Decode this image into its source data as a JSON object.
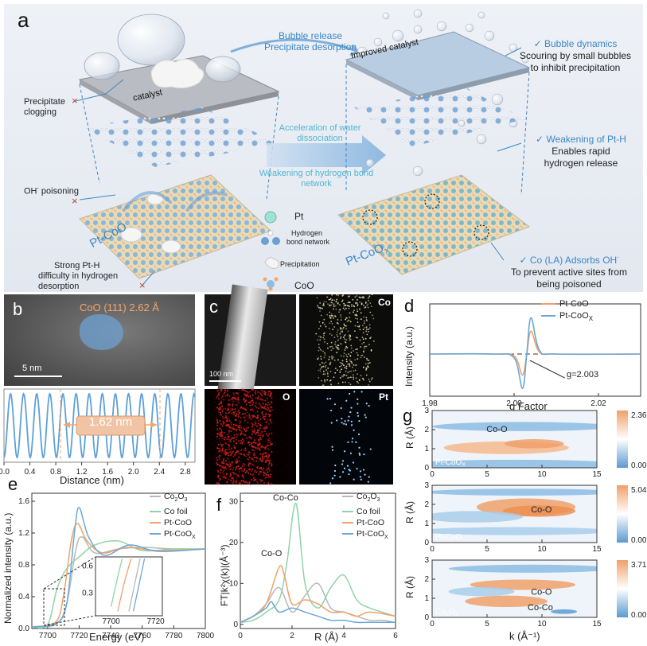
{
  "panel_a": {
    "letter": "a",
    "bubble_release": "Bubble release",
    "precipitate_desorption": "Precipitate desorption",
    "improved_catalyst": "Improved catalyst",
    "catalyst": "catalyst",
    "precipitate_clogging_1": "Precipitate",
    "precipitate_clogging_2": "clogging",
    "oh_poisoning": "OH",
    "oh_poisoning_sup": "-",
    "oh_poisoning_rest": " poisoning",
    "strong_pth_1": "Strong Pt-H",
    "strong_pth_2": "difficulty in hydrogen",
    "strong_pth_3": "desorption",
    "accel_1": "Acceleration of water",
    "accel_2": "dissociation",
    "weaken_hb_1": "Weakening of hydrogen bond",
    "weaken_hb_2": "network",
    "pt_coo_left": "Pt-CoO",
    "pt_coox_right": "Pt-CoO",
    "pt_coox_right_sub": "X",
    "legend_pt": "Pt",
    "legend_hb_1": "Hydrogen",
    "legend_hb_2": "bond network",
    "legend_precip": "Precipitation",
    "legend_coo": "CoO",
    "bubble_dyn_title": "Bubble dynamics",
    "bubble_dyn_1": "Scouring by small bubbles",
    "bubble_dyn_2": "to inhibit precipitation",
    "weaken_pth_title": "Weakening of Pt-H",
    "weaken_pth_1": "Enables rapid",
    "weaken_pth_2": "hydrogen release",
    "co_la_title": "Co  (LA) Adsorbs OH",
    "co_la_sup": "-",
    "co_la_1": "To prevent active sites from",
    "co_la_2": "being poisoned",
    "check": "✓",
    "cross": "×"
  },
  "panel_b": {
    "letter": "b",
    "lattice_label": "CoO (111) 2.62 Å",
    "scale_bar": "5 nm",
    "spacing_label": "1.62 nm",
    "xlabel": "Distance (nm)",
    "xticks": [
      "0.0",
      "0.4",
      "0.8",
      "1.2",
      "1.6",
      "2.0",
      "2.4",
      "2.8"
    ]
  },
  "panel_c": {
    "letter": "c",
    "scale_bar": "100 nm",
    "maps": [
      "Co",
      "O",
      "Pt"
    ]
  },
  "panel_d": {
    "letter": "d",
    "legend": [
      "Pt-CoO",
      "Pt-CoO"
    ],
    "legend_sub": "X",
    "annotation": "g=2.003",
    "xlabel": "g Factor",
    "ylabel": "Intensity (a.u.)",
    "xticks": [
      "1.98",
      "2.00",
      "2.02"
    ]
  },
  "panel_e": {
    "letter": "e",
    "xlabel": "Energy (eV)",
    "ylabel": "Normalized intensity (a.u.)",
    "xticks": [
      "7700",
      "7720",
      "7740",
      "7760",
      "7780",
      "7800"
    ],
    "yticks": [
      "0.0",
      "0.4",
      "0.8",
      "1.2",
      "1.6"
    ],
    "inset_xticks": [
      "7700",
      "7720"
    ],
    "inset_yticks": [
      "0.3",
      "0.6"
    ],
    "legend": [
      "Co",
      "Co foil",
      "Pt-CoO",
      "Pt-CoO"
    ],
    "legend_sub_1": "2",
    "legend_sub_2": "3",
    "legend_sub_x": "X"
  },
  "panel_f": {
    "letter": "f",
    "xlabel": "R (Å)",
    "ylabel": "FT|k²χ(k)|(Å⁻³)",
    "xticks": [
      "0",
      "2",
      "4",
      "6"
    ],
    "yticks": [
      "0",
      "10",
      "20",
      "30"
    ],
    "ann_coco": "Co-Co",
    "ann_coo": "Co-O",
    "legend": [
      "Co",
      "Co foil",
      "Pt-CoO",
      "Pt-CoO"
    ],
    "legend_sub_1": "2",
    "legend_sub_2": "3",
    "legend_sub_x": "X"
  },
  "panel_g": {
    "letter": "g",
    "xlabel": "k (Å⁻¹)",
    "ylabel": "R (Å)",
    "xticks": [
      "0",
      "5",
      "10",
      "15"
    ],
    "yticks": [
      "0",
      "1",
      "2",
      "3"
    ],
    "maps": [
      {
        "sample": "Pt-CoO",
        "sample_sub": "X",
        "max": "2.36",
        "min": "0.00",
        "labels": [
          "Co-O"
        ]
      },
      {
        "sample": "Pt-CoO",
        "sample_sub": "",
        "max": "5.04",
        "min": "0.00",
        "labels": [
          "Co-O"
        ]
      },
      {
        "sample": "Co",
        "sample_sub": "2",
        "sample_tail": "O",
        "sample_sub2": "3",
        "max": "3.71",
        "min": "0.00",
        "labels": [
          "Co-Co",
          "Co-O"
        ]
      }
    ]
  },
  "colors": {
    "orange": "#f0a06a",
    "blue": "#6aa8d8",
    "green": "#8fd4a8",
    "gray": "#b8b8b8",
    "accent_blue": "#3c86c4",
    "panel_a_bg": "#e8ecf3"
  },
  "chart_data": [
    {
      "type": "line",
      "panel": "d",
      "xlabel": "g Factor",
      "ylabel": "Intensity (a.u.)",
      "xlim": [
        1.98,
        2.03
      ],
      "series": [
        {
          "name": "Pt-CoO",
          "x": [
            1.98,
            1.995,
            2.0,
            2.002,
            2.003,
            2.004,
            2.006,
            2.01,
            2.03
          ],
          "y": [
            0,
            0,
            -0.05,
            -0.55,
            0,
            0.6,
            0.05,
            0,
            0
          ]
        },
        {
          "name": "Pt-CoOX",
          "x": [
            1.98,
            1.995,
            2.0,
            2.002,
            2.003,
            2.004,
            2.006,
            2.01,
            2.03
          ],
          "y": [
            0,
            0,
            -0.1,
            -0.9,
            0,
            0.95,
            0.1,
            0,
            0
          ]
        }
      ]
    },
    {
      "type": "line",
      "panel": "e",
      "xlabel": "Energy (eV)",
      "ylabel": "Normalized intensity (a.u.)",
      "xlim": [
        7690,
        7800
      ],
      "ylim": [
        0,
        1.7
      ],
      "series": [
        {
          "name": "Co2O3",
          "x": [
            7690,
            7705,
            7712,
            7718,
            7722,
            7730,
            7745,
            7760,
            7780,
            7800
          ],
          "y": [
            0.02,
            0.05,
            0.3,
            1.0,
            1.15,
            0.95,
            1.0,
            1.02,
            1.0,
            1.0
          ]
        },
        {
          "name": "Co foil",
          "x": [
            7690,
            7700,
            7706,
            7712,
            7720,
            7730,
            7745,
            7760,
            7780,
            7800
          ],
          "y": [
            0.02,
            0.05,
            0.5,
            0.75,
            0.9,
            1.05,
            1.1,
            0.98,
            1.0,
            1.0
          ]
        },
        {
          "name": "Pt-CoO",
          "x": [
            7690,
            7705,
            7710,
            7715,
            7719,
            7725,
            7735,
            7750,
            7770,
            7800
          ],
          "y": [
            0.02,
            0.08,
            0.4,
            1.1,
            1.32,
            1.1,
            0.95,
            1.02,
            0.98,
            1.0
          ]
        },
        {
          "name": "Pt-CoOX",
          "x": [
            7690,
            7705,
            7712,
            7717,
            7720,
            7726,
            7736,
            7752,
            7770,
            7800
          ],
          "y": [
            0.02,
            0.06,
            0.3,
            1.2,
            1.52,
            1.15,
            0.92,
            1.05,
            0.97,
            1.0
          ]
        }
      ]
    },
    {
      "type": "line",
      "panel": "f",
      "xlabel": "R (Å)",
      "ylabel": "FT|k²χ(k)|(Å⁻³)",
      "xlim": [
        0,
        6
      ],
      "ylim": [
        -1,
        32
      ],
      "series": [
        {
          "name": "Co2O3",
          "x": [
            0,
            0.5,
            1.0,
            1.5,
            2.0,
            2.5,
            3.0,
            3.5,
            4.0,
            4.5,
            5.0,
            5.5,
            6.0
          ],
          "y": [
            0.5,
            2,
            5,
            9,
            3,
            7,
            10,
            4,
            3,
            2,
            1,
            1,
            0.5
          ]
        },
        {
          "name": "Co foil",
          "x": [
            0,
            0.5,
            1.0,
            1.5,
            1.8,
            2.15,
            2.5,
            3.0,
            3.5,
            4.0,
            4.5,
            5.0,
            6.0
          ],
          "y": [
            0.5,
            1,
            3,
            6,
            15,
            29.5,
            10,
            4,
            9,
            12,
            6,
            4,
            2
          ]
        },
        {
          "name": "Pt-CoO",
          "x": [
            0,
            0.5,
            1.0,
            1.5,
            1.7,
            2.0,
            2.5,
            3.0,
            3.5,
            4.0,
            4.5,
            5.0,
            6.0
          ],
          "y": [
            0.5,
            2,
            5,
            14,
            12,
            5,
            6,
            5,
            3,
            3,
            2,
            3,
            2
          ]
        },
        {
          "name": "Pt-CoOX",
          "x": [
            0,
            0.5,
            1.0,
            1.2,
            1.5,
            2.0,
            2.5,
            3.0,
            3.5,
            4.0,
            4.5,
            5.0,
            6.0
          ],
          "y": [
            0.5,
            2,
            4,
            5.5,
            3,
            4,
            3,
            2,
            1,
            1,
            0.5,
            0.5,
            0.5
          ]
        }
      ]
    },
    {
      "type": "heatmap",
      "panel": "g",
      "xlabel": "k (Å⁻¹)",
      "ylabel": "R (Å)",
      "xlim": [
        0,
        15
      ],
      "ylim": [
        0,
        3
      ],
      "maps": [
        {
          "sample": "Pt-CoOX",
          "max": 2.36,
          "min": 0.0
        },
        {
          "sample": "Pt-CoO",
          "max": 5.04,
          "min": 0.0
        },
        {
          "sample": "Co2O3",
          "max": 3.71,
          "min": 0.0
        }
      ]
    }
  ]
}
